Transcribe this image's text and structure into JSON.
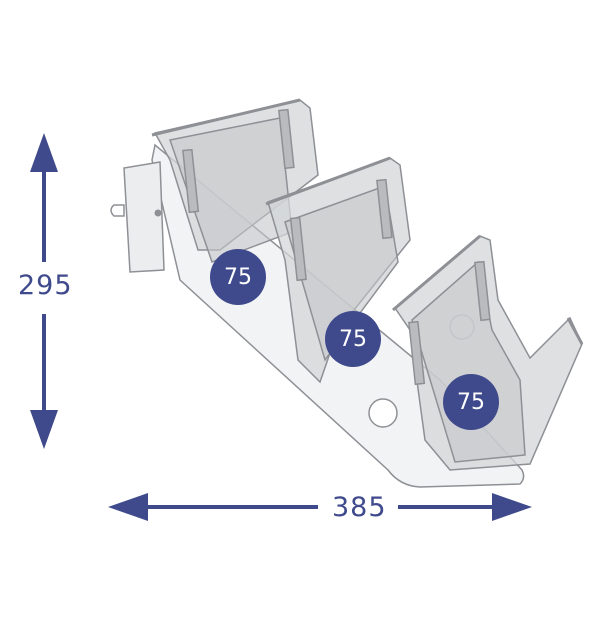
{
  "dimensions": {
    "height": "295",
    "width": "385"
  },
  "pockets": [
    {
      "label": "75"
    },
    {
      "label": "75"
    },
    {
      "label": "75"
    }
  ],
  "colors": {
    "accent": "#3F4A8C",
    "line": "#8E9095",
    "panel": "#D3D5D8",
    "panel_dark": "#B9BBBF"
  }
}
